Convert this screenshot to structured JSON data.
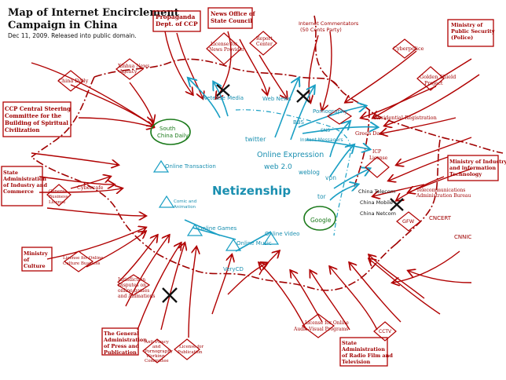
{
  "title_line1": "Map of Internet Encirclement",
  "title_line2": "Campaign in China",
  "subtitle": "Dec 11, 2009. Released into public domain.",
  "center_label": "Netizenship",
  "agencies": {
    "propaganda": [
      "Propaganda",
      "Dept. of CCP"
    ],
    "news_office": [
      "News Office of",
      "State Council"
    ],
    "license_news": [
      "License for",
      "News Provider"
    ],
    "report_center": [
      "Report",
      "Center"
    ],
    "internet_commentators": [
      "Internet Commentators",
      "(50 Cents Party)"
    ],
    "xinhua": [
      "Xinhua News",
      "Agency"
    ],
    "china_daily": "China Daily",
    "cyberpolice": "Cyberpolice",
    "golden_shield": [
      "Golden Shield",
      "Project"
    ],
    "public_security": [
      "Ministry of",
      "Public Security",
      "(Police)"
    ],
    "ccp_committee": [
      "CCP Central Steering",
      "Committee for the",
      "Building of Spiritual",
      "Civilization"
    ],
    "registration": [
      "Residential Registration"
    ],
    "green_dam": "Green Dam",
    "icp": [
      "ICP",
      "License"
    ],
    "miit": [
      "Ministry of Industry",
      "and information",
      "Technology"
    ],
    "saic": [
      "State",
      "Administration",
      "of Industry and",
      "Commerce"
    ],
    "general_business": [
      "General",
      "Business",
      "License"
    ],
    "cybercafe": "Cybercafe",
    "telecom_bureau": [
      "Telecommunications",
      "Administration Bureau"
    ],
    "cncert": "CNCERT",
    "gfw": "GFW",
    "cnnic": "CNNIC",
    "ministry_culture": [
      "Ministry",
      "of",
      "Culture"
    ],
    "license_culture": [
      "License for Online",
      "Culture Business"
    ],
    "jurisdiction": [
      "Jurisdiction",
      "Disputes on",
      "online games",
      "and Animations"
    ],
    "gapp": [
      "The General",
      "Administration",
      "of Press and",
      "Publication"
    ],
    "anti_piracy": [
      "Anti-Piracy",
      "and",
      "Pornography",
      "Working",
      "Committee"
    ],
    "license_publication": [
      "License for",
      "Publication"
    ],
    "license_av": [
      "License for Online",
      "Audio-Visual Programs"
    ],
    "cctv": "CCTV",
    "sarft": [
      "State",
      "Administration",
      "of Radio Film and",
      "Television"
    ]
  },
  "services": {
    "netease": "Netease Media",
    "web_news": "Web News",
    "pornography": "Pornography",
    "bbs": "BBS",
    "sns": "SNS",
    "instant_messages": "Instant Messagers",
    "twitter": "twitter",
    "online_expression": "Online Expression",
    "web2": "web 2.0",
    "weblog": "weblog",
    "vpn": "vpn",
    "tor": "tor",
    "south_china_daily": [
      "South",
      "China Daily"
    ],
    "online_transaction": "Online Transaction",
    "comic": [
      "Comic and",
      "Animation"
    ],
    "online_games": "Online Games",
    "online_music": "Online Music",
    "online_video": "Online Video",
    "verycd": "VeryCD",
    "google": "Google",
    "china_telecom": "China Telecom",
    "china_mobile": "China Mobile",
    "china_netcom": "China Netcom"
  },
  "colors": {
    "agency_red": "#a00000",
    "service_cyan": "#1a8fb0",
    "private_green": "#1b7a1b",
    "blocked_black": "#111111"
  }
}
